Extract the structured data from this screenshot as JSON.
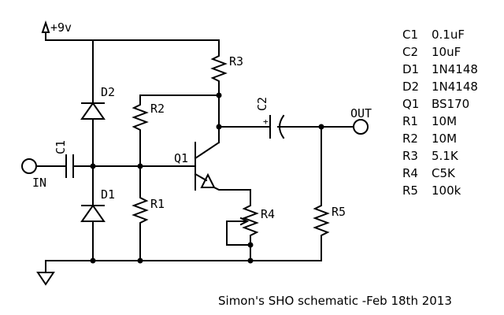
{
  "title": "Simon's SHO schematic -Feb 18th 2013",
  "supply": {
    "label": "+9v"
  },
  "ports": {
    "input": "IN",
    "output": "OUT"
  },
  "components": {
    "C1": "C1",
    "C2": "C2",
    "D1": "D1",
    "D2": "D2",
    "Q1": "Q1",
    "R1": "R1",
    "R2": "R2",
    "R3": "R3",
    "R4": "R4",
    "R5": "R5",
    "C2_polarity": "+"
  },
  "bom": [
    {
      "ref": "C1",
      "value": "0.1uF"
    },
    {
      "ref": "C2",
      "value": "10uF"
    },
    {
      "ref": "D1",
      "value": "1N4148"
    },
    {
      "ref": "D2",
      "value": "1N4148"
    },
    {
      "ref": "Q1",
      "value": "BS170"
    },
    {
      "ref": "R1",
      "value": "10M"
    },
    {
      "ref": "R2",
      "value": "10M"
    },
    {
      "ref": "R3",
      "value": "5.1K"
    },
    {
      "ref": "R4",
      "value": "C5K"
    },
    {
      "ref": "R5",
      "value": "100k"
    }
  ]
}
